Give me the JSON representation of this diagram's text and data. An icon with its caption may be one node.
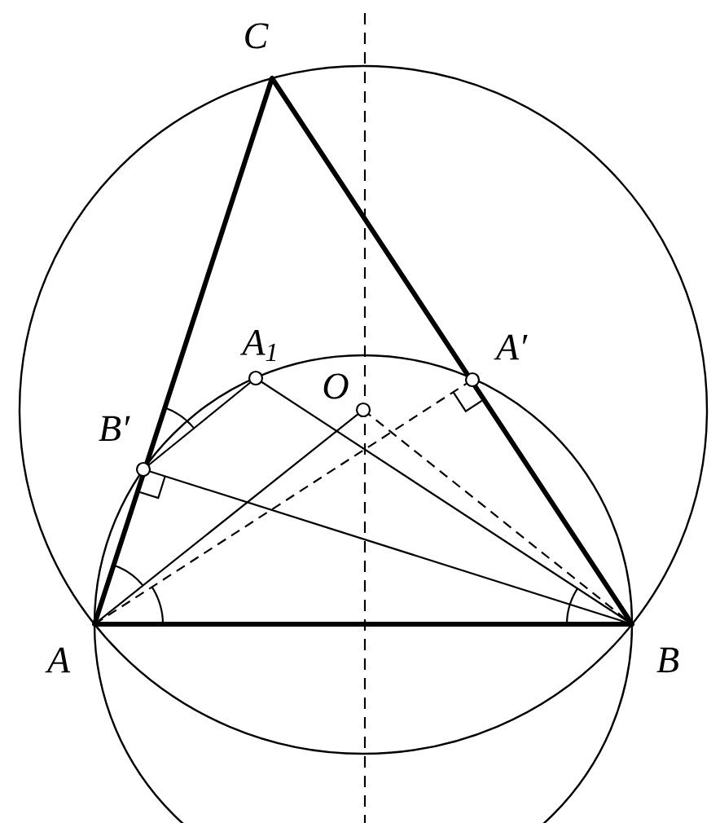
{
  "diagram": {
    "labels": [
      "C",
      "A$_{1}$",
      "O",
      "A′",
      "B′",
      "A",
      "B"
    ]
  }
}
